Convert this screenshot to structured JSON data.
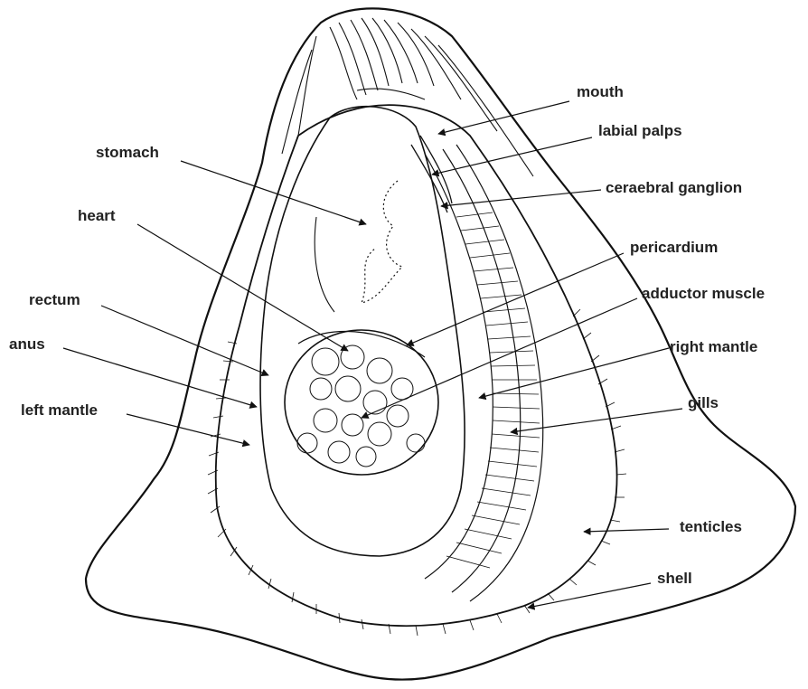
{
  "labels": {
    "mouth": "mouth",
    "labial_palps": "labial palps",
    "cerebral_ganglion": "ceraebral ganglion",
    "stomach": "stomach",
    "heart": "heart",
    "pericardium": "pericardium",
    "rectum": "rectum",
    "adductor_muscle": "adductor muscle",
    "anus": "anus",
    "right_mantle": "right mantle",
    "left_mantle": "left mantle",
    "gills": "gills",
    "tenticles": "tenticles",
    "shell": "shell"
  },
  "colors": {
    "ink": "#111111",
    "label": "#222222",
    "background": "#ffffff"
  }
}
